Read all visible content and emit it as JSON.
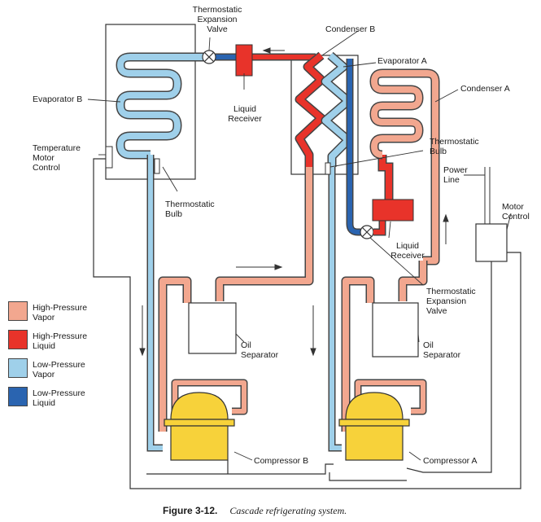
{
  "labels": {
    "thermostatic_expansion_valve_b": "Thermostatic\nExpansion\nValve",
    "condenser_b": "Condenser B",
    "evaporator_a": "Evaporator A",
    "condenser_a": "Condenser A",
    "evaporator_b": "Evaporator B",
    "liquid_receiver_b": "Liquid\nReceiver",
    "temperature_motor_control": "Temperature\nMotor\nControl",
    "thermostatic_bulb_b": "Thermostatic\nBulb",
    "thermostatic_bulb_a": "Thermostatic\nBulb",
    "power_line": "Power\nLine",
    "motor_control": "Motor\nControl",
    "liquid_receiver_a": "Liquid\nReceiver",
    "thermostatic_expansion_valve_a": "Thermostatic\nExpansion\nValve",
    "oil_separator_b": "Oil\nSeparator",
    "oil_separator_a": "Oil\nSeparator",
    "compressor_b": "Compressor B",
    "compressor_a": "Compressor A"
  },
  "legend": [
    {
      "label": "High-Pressure\nVapor",
      "color": "#f2a78f"
    },
    {
      "label": "High-Pressure\nLiquid",
      "color": "#e8332a"
    },
    {
      "label": "Low-Pressure\nVapor",
      "color": "#9fd0ea"
    },
    {
      "label": "Low-Pressure\nLiquid",
      "color": "#2a64b0"
    }
  ],
  "caption": {
    "figure": "Figure 3-12.",
    "text": "Cascade refrigerating system."
  },
  "colors": {
    "high_pressure_vapor": "#f2a78f",
    "high_pressure_liquid": "#e8332a",
    "low_pressure_vapor": "#9fd0ea",
    "low_pressure_liquid": "#2a64b0",
    "compressor": "#f7d23a"
  }
}
